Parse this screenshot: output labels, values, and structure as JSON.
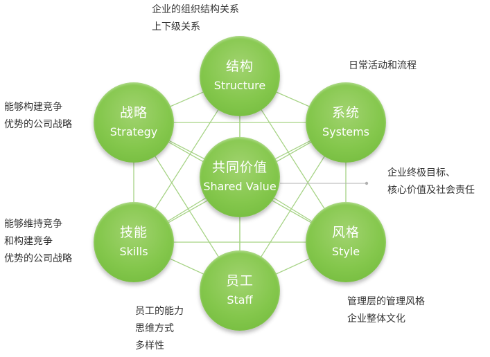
{
  "nodes": {
    "structure": {
      "zh": "结构",
      "en": "Structure"
    },
    "systems": {
      "zh": "系统",
      "en": "Systems"
    },
    "style": {
      "zh": "风格",
      "en": "Style"
    },
    "staff": {
      "zh": "员工",
      "en": "Staff"
    },
    "skills": {
      "zh": "技能",
      "en": "Skills"
    },
    "strategy": {
      "zh": "战略",
      "en": "Strategy"
    },
    "shared_value": {
      "zh": "共同价值",
      "en": "Shared Value"
    }
  },
  "annotations": {
    "structure": [
      "企业的组织结构关系",
      "上下级关系"
    ],
    "systems": [
      "日常活动和流程"
    ],
    "shared_value": [
      "企业终极目标、",
      "核心价值及社会责任"
    ],
    "style": [
      "管理层的管理风格",
      "企业整体文化"
    ],
    "staff": [
      "员工的能力",
      "思维方式",
      "多样性"
    ],
    "skills": [
      "能够维持竞争",
      "和构建竞争",
      "优势的公司战略"
    ],
    "strategy": [
      "能够构建竞争",
      "优势的公司战略"
    ]
  },
  "colors": {
    "node_fill": "#84c74c",
    "connector": "#a6d385",
    "pointer_line": "#b0b0b0",
    "text": "#333333"
  }
}
